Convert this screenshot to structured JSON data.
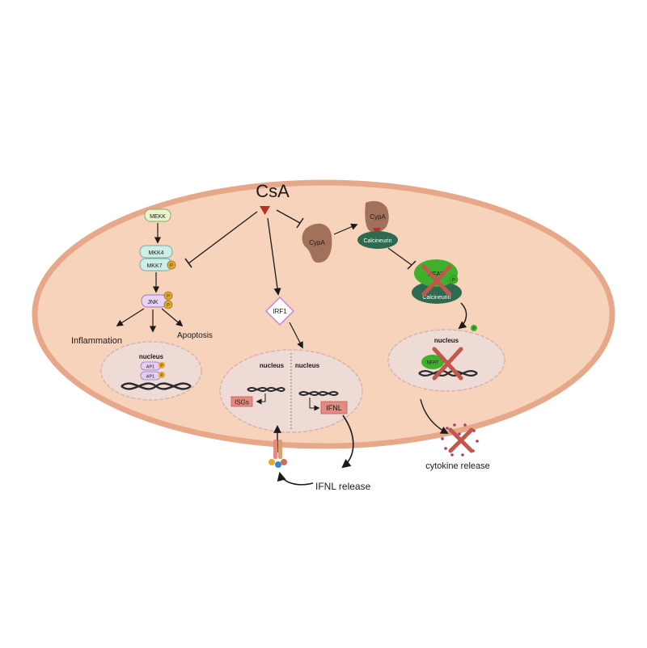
{
  "drug": {
    "name": "CsA"
  },
  "mapk": {
    "mekk": "MEKK",
    "mkk4": "MKK4",
    "mkk7": "MKK7",
    "jnk": "JNK",
    "phospho": "P",
    "outcome_left": "Inflammation",
    "outcome_right": "Apoptosis"
  },
  "nucleus_left": {
    "title": "nucleus",
    "ap1_a": "AP1",
    "ap1_b": "AP1",
    "phospho": "P"
  },
  "irf": {
    "label": "IRF1"
  },
  "nucleus_mid": {
    "title_left": "nucleus",
    "title_right": "nucleus",
    "isgs": "ISGs",
    "ifnl": "IFNL"
  },
  "ifnl_release": "IFNL release",
  "cyp": {
    "cypa_free": "CypA",
    "cypa_bound": "CypA",
    "calcineurin_top": "Calcineurin",
    "nfat": "NFAT",
    "calcineurin_bottom": "Calcineurin",
    "phospho_bound": "P",
    "phospho_free": "P"
  },
  "nucleus_right": {
    "title": "nucleus",
    "nfat": "NFAT"
  },
  "cytokine_release": "cytokine release",
  "colors": {
    "cell_fill": "#f8d3bc",
    "cell_border": "#e7a88a",
    "nucleus_fill": "#efdbd6",
    "cypa": "#a2715a",
    "calcineurin": "#2e6a50",
    "nfat": "#3fb02c",
    "cross": "#c0584d",
    "irf_border": "#c98ad2",
    "ifnl_box": "#e58a83",
    "phospho": "#e0a92f"
  }
}
